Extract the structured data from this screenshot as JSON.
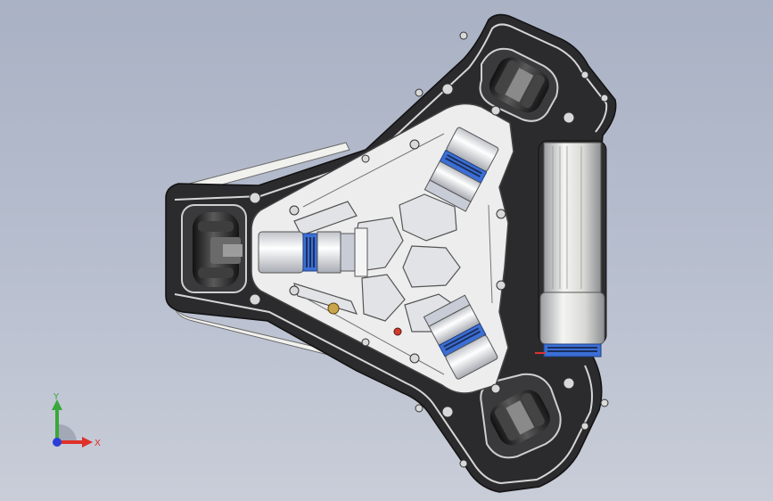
{
  "viewport": {
    "background_top": "#a9b1c4",
    "background_bottom": "#c9cdd8"
  },
  "triad": {
    "x_label": "X",
    "y_label": "Y",
    "x_color": "#e0302a",
    "y_color": "#3aa83a",
    "z_color": "#2a3fd8"
  },
  "model": {
    "chassis_color": "#2a2a2c",
    "plate_color": "#ecedef",
    "motor_accent": "#3b6fd6",
    "components": [
      "omni-wheel-left",
      "omni-wheel-top-right",
      "omni-wheel-bottom-right",
      "motor-left",
      "motor-top",
      "motor-bottom",
      "battery-cylinder",
      "bumper-rail-top",
      "bumper-rail-bottom"
    ]
  }
}
